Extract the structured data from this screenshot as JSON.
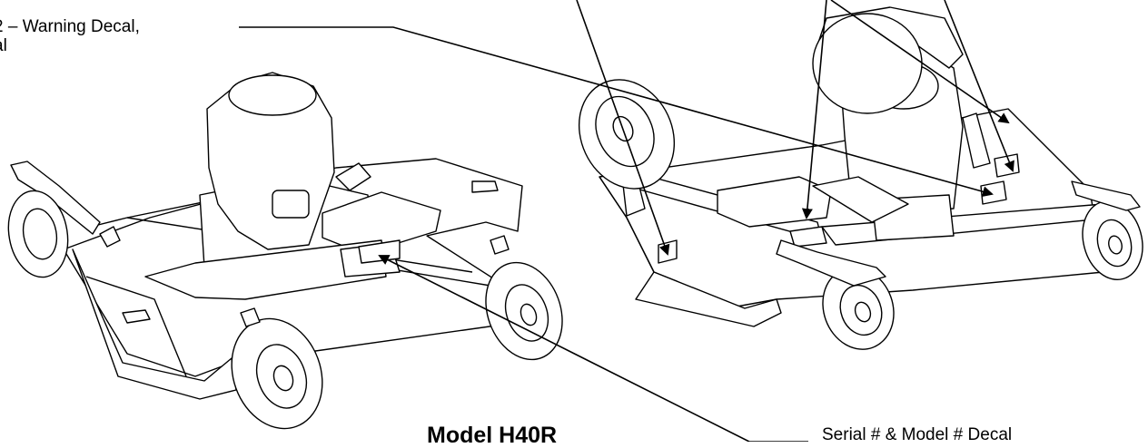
{
  "callouts": {
    "warning_line1": "2 – Warning Decal,",
    "warning_line2": "al",
    "serial": "Serial # & Model # Decal"
  },
  "model_title": "Model H40R",
  "colors": {
    "ink": "#000000",
    "background": "#ffffff"
  }
}
